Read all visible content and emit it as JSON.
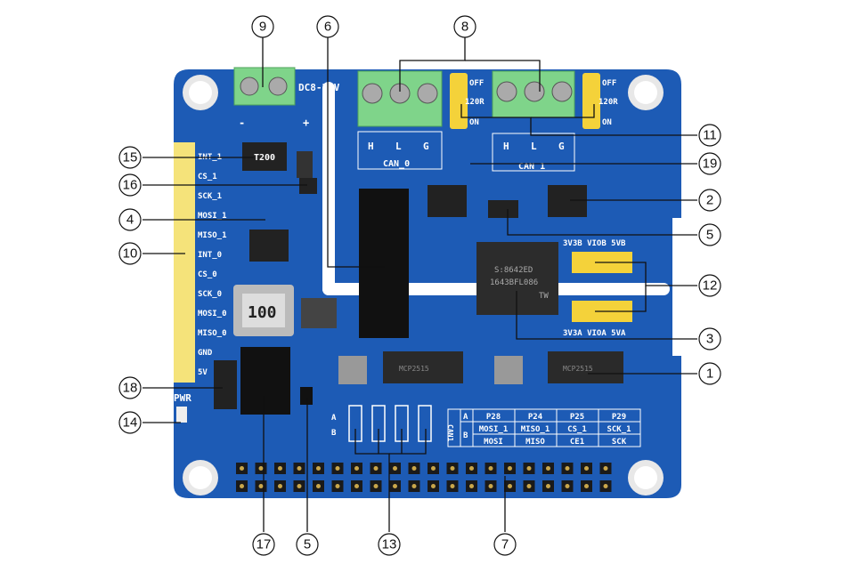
{
  "board": {
    "power_input": "DC8-26V",
    "plus": "+",
    "minus": "-",
    "can0_label": "CAN_0",
    "can1_label": "CAN_1",
    "terminal_pins": [
      "H",
      "L",
      "G"
    ],
    "jumper_off": "OFF",
    "jumper_120r": "120R",
    "jumper_on": "ON",
    "vio_b_label": "3V3B VIOB 5VB",
    "vio_a_label": "3V3A VIOA 5VA",
    "isolator_chip": [
      "S:8642ED",
      "1643BFL086",
      "TW"
    ],
    "fuse_label": "T200",
    "inductor_label": "100",
    "pwr_label": "PWR",
    "header_pins": [
      "INT_1",
      "CS_1",
      "SCK_1",
      "MOSI_1",
      "MISO_1",
      "INT_0",
      "CS_0",
      "SCK_0",
      "MOSI_0",
      "MISO_0",
      "GND",
      "5V"
    ],
    "select_a": "A",
    "select_b": "B",
    "can_chip": "MCP2515",
    "table": {
      "row_title": "CAN1",
      "row_labels": [
        "A",
        "B"
      ],
      "header": [
        "P28",
        "P24",
        "P25",
        "P29"
      ],
      "row_a": [
        "MOSI_1",
        "MISO_1",
        "CS_1",
        "SCK_1"
      ],
      "row_b": [
        "MOSI",
        "MISO",
        "CE1",
        "SCK"
      ]
    }
  },
  "callouts": {
    "c1": "1",
    "c2": "2",
    "c3": "3",
    "c4": "4",
    "c5a": "5",
    "c5b": "5",
    "c6": "6",
    "c7": "7",
    "c8": "8",
    "c9": "9",
    "c10": "10",
    "c11": "11",
    "c12": "12",
    "c13": "13",
    "c14": "14",
    "c15": "15",
    "c16": "16",
    "c17": "17",
    "c18": "18",
    "c19": "19"
  },
  "colors": {
    "pcb": "#1d5bb5",
    "header": "#f5e37a",
    "terminal": "#7fd48a"
  }
}
